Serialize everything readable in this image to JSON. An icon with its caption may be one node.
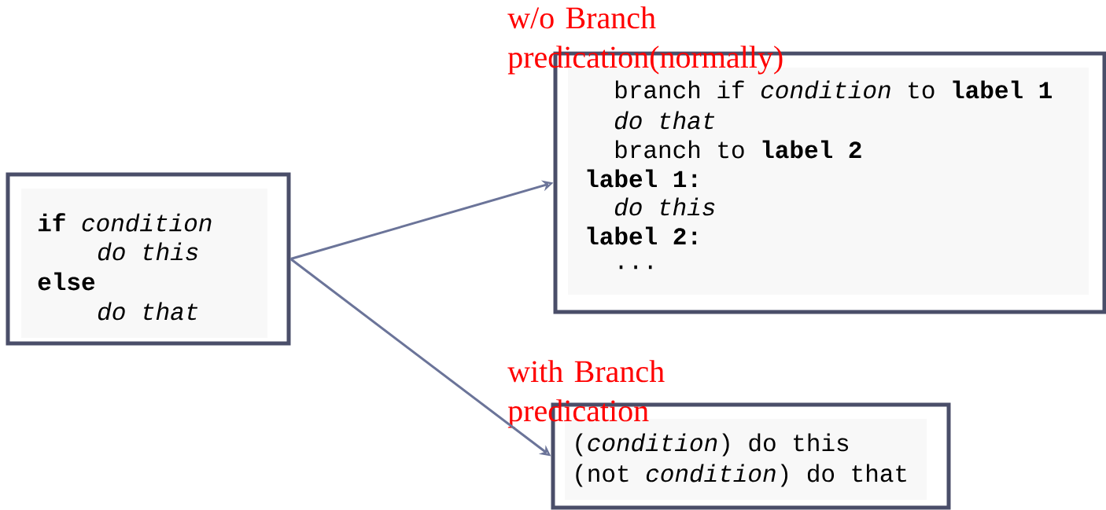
{
  "diagram": {
    "nodes": [
      {
        "text": [
          "**if** *condition*",
          "*do this*",
          "**else**",
          "*do that*"
        ]
      },
      {
        "text": [
          "w/o Branch predication(normally)",
          "branch if *condition* to **label 1**",
          "*do that*",
          "branch to **label 2**",
          "**label 1:**",
          "*do this*",
          "**label 2:**",
          "..."
        ]
      },
      {
        "text": [
          "with Branch predication",
          "(*condition*) do this",
          "(not *condition*) do that"
        ]
      }
    ],
    "edges": [
      {
        "from": 0,
        "to": 1,
        "arrow": "to"
      },
      {
        "from": 0,
        "to": 2,
        "arrow": "to"
      }
    ]
  }
}
